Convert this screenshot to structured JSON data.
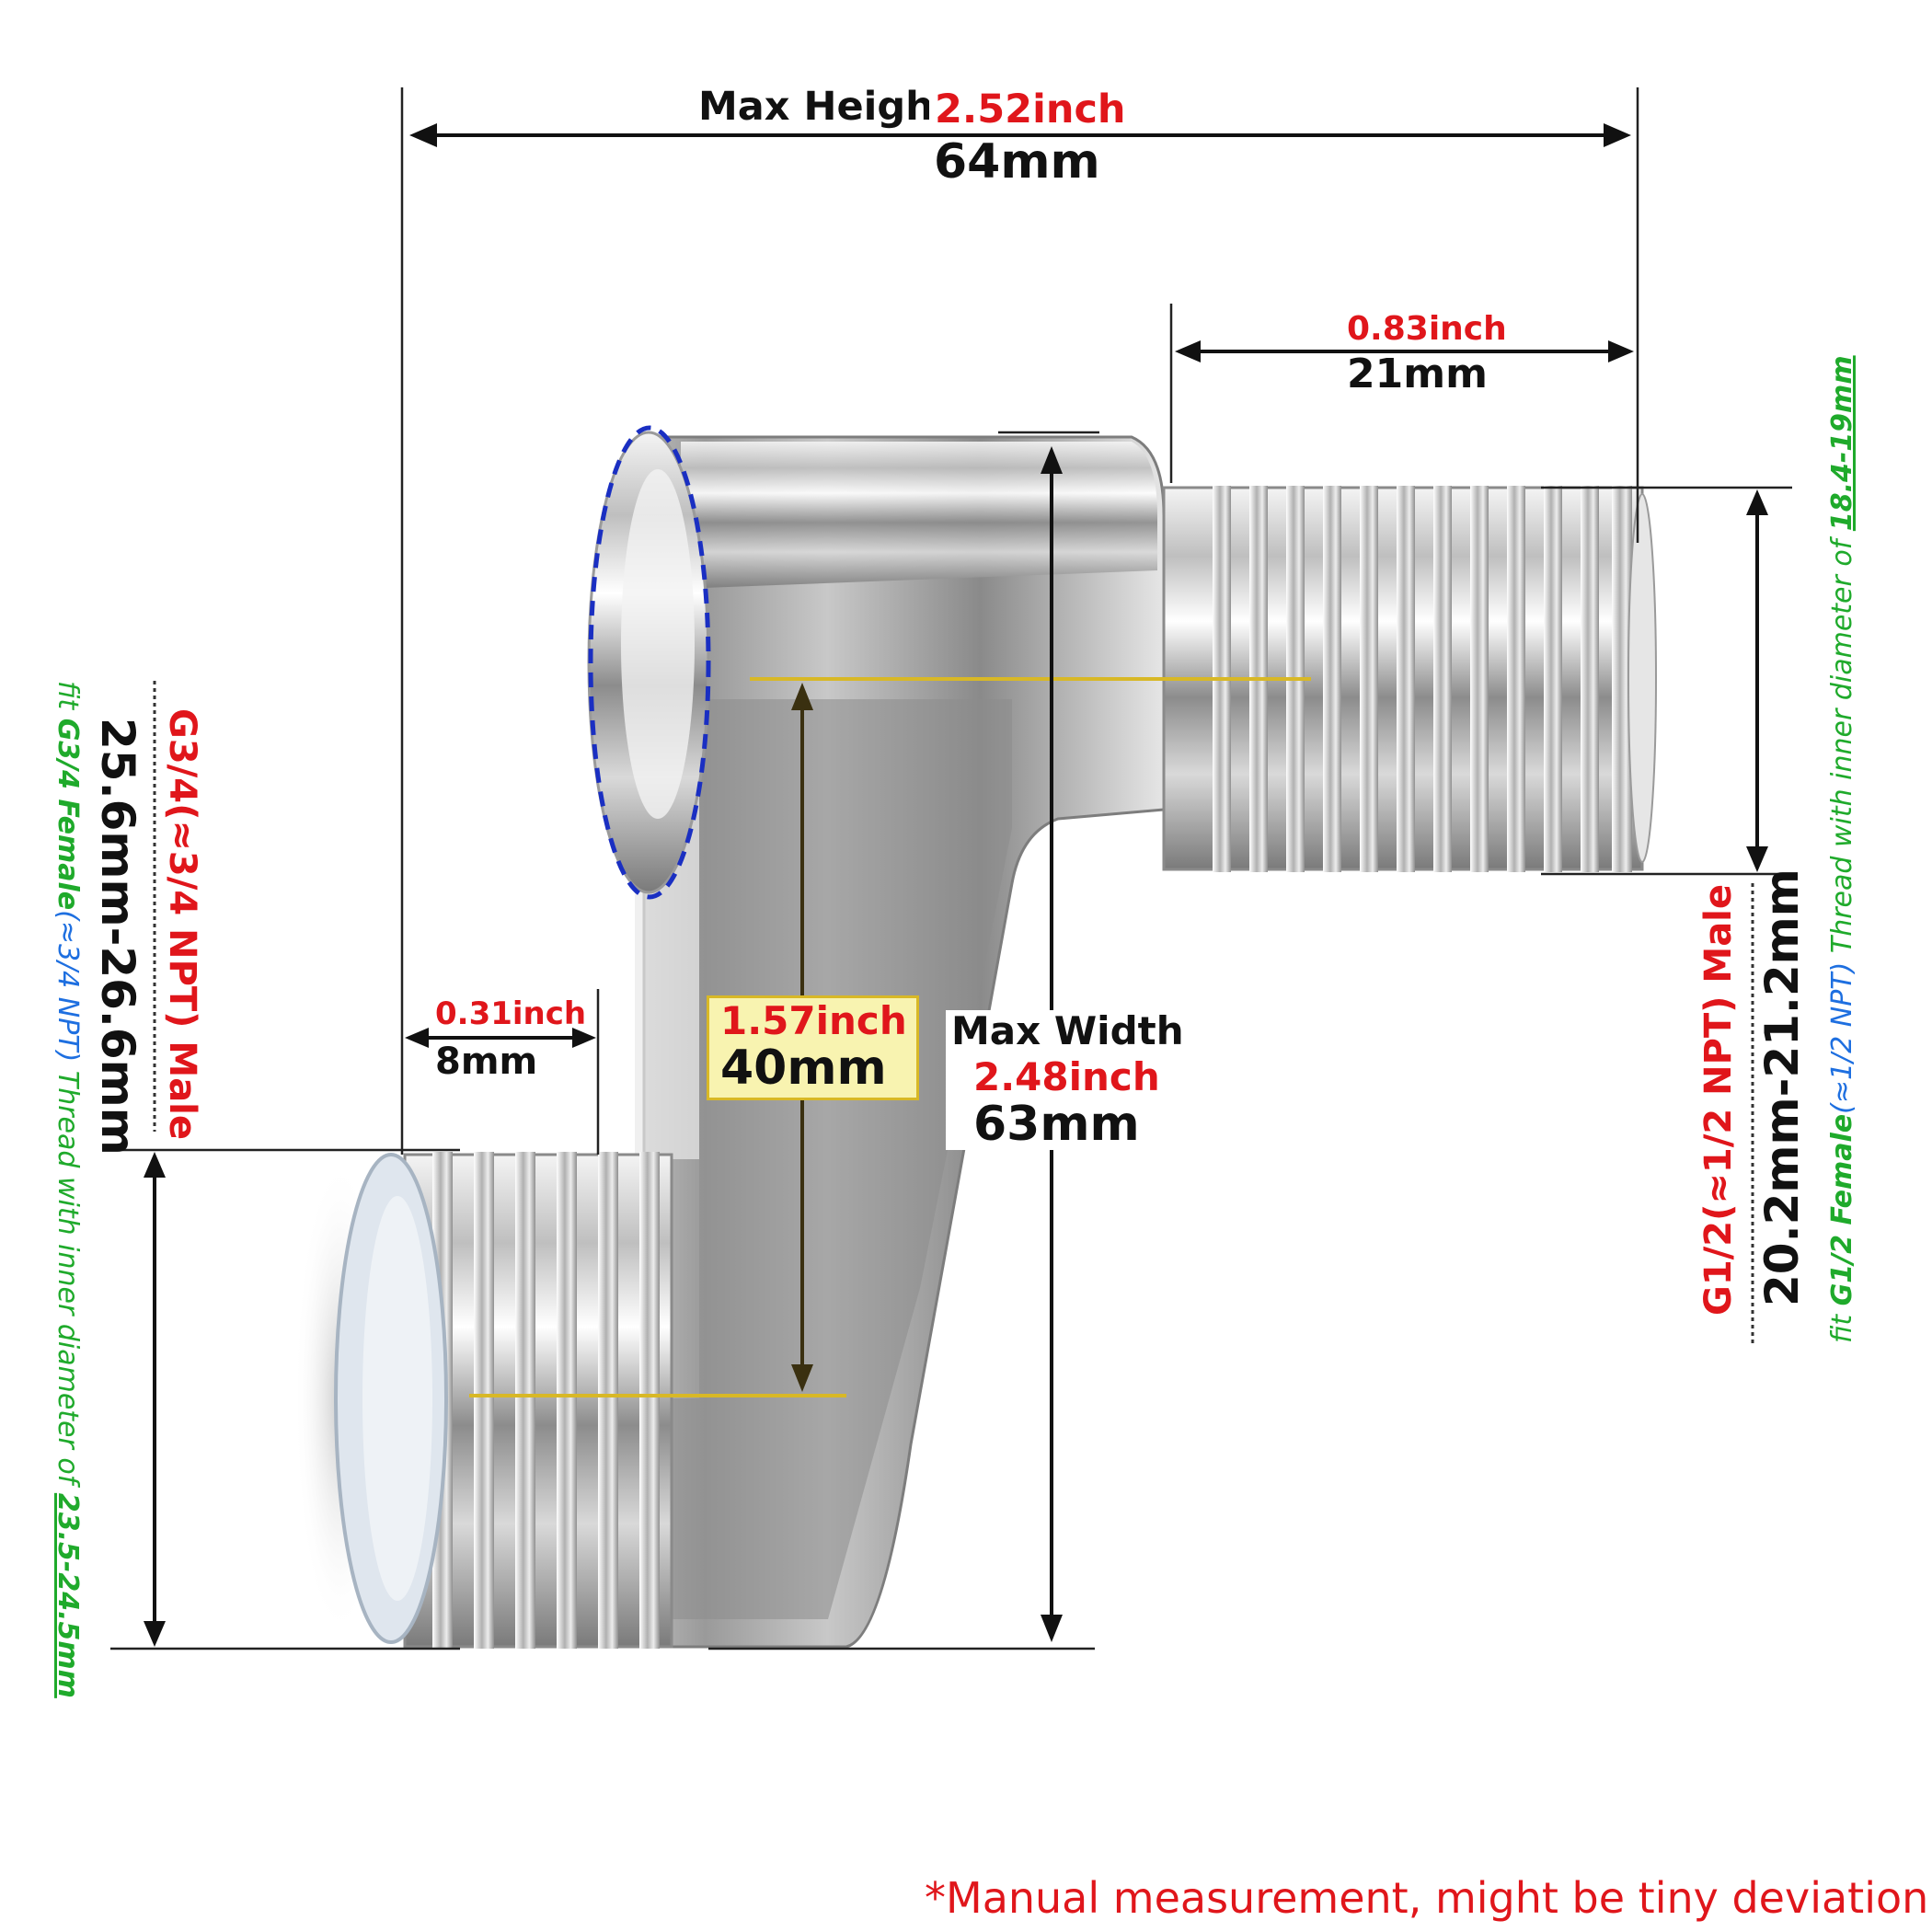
{
  "height": {
    "label": "Max Height",
    "inch": "2.52inch",
    "mm": "64mm"
  },
  "outlet_length": {
    "inch": "0.83inch",
    "mm": "21mm"
  },
  "inlet_length": {
    "inch": "0.31inch",
    "mm": "8mm"
  },
  "offset": {
    "inch": "1.57inch",
    "mm": "40mm"
  },
  "width": {
    "label": "Max Width",
    "inch": "2.48inch",
    "mm": "63mm"
  },
  "left_thread": {
    "name": "G3/4(≈3/4 NPT) Male",
    "diameter": "25.6mm-26.6mm",
    "fit_prefix": "fit ",
    "fit_spec": "G3/4 Female",
    "fit_npt": "(≈3/4 NPT)",
    "fit_text": " Thread with inner diameter of ",
    "fit_range": "23.5-24.5mm"
  },
  "right_thread": {
    "name": "G1/2(≈1/2 NPT) Male",
    "diameter": "20.2mm-21.2mm",
    "fit_prefix": "fit ",
    "fit_spec": "G1/2 Female",
    "fit_npt": "(≈1/2 NPT)",
    "fit_text": " Thread with inner diameter of ",
    "fit_range": "18.4-19mm"
  },
  "note": "*Manual measurement, might be tiny deviation.",
  "colors": {
    "accent_red": "#e0161b",
    "fit_green": "#1faa2b",
    "npt_blue": "#1e6fe0",
    "guide_yellow": "#d8b826",
    "outline_blue": "#1a2fc2"
  }
}
